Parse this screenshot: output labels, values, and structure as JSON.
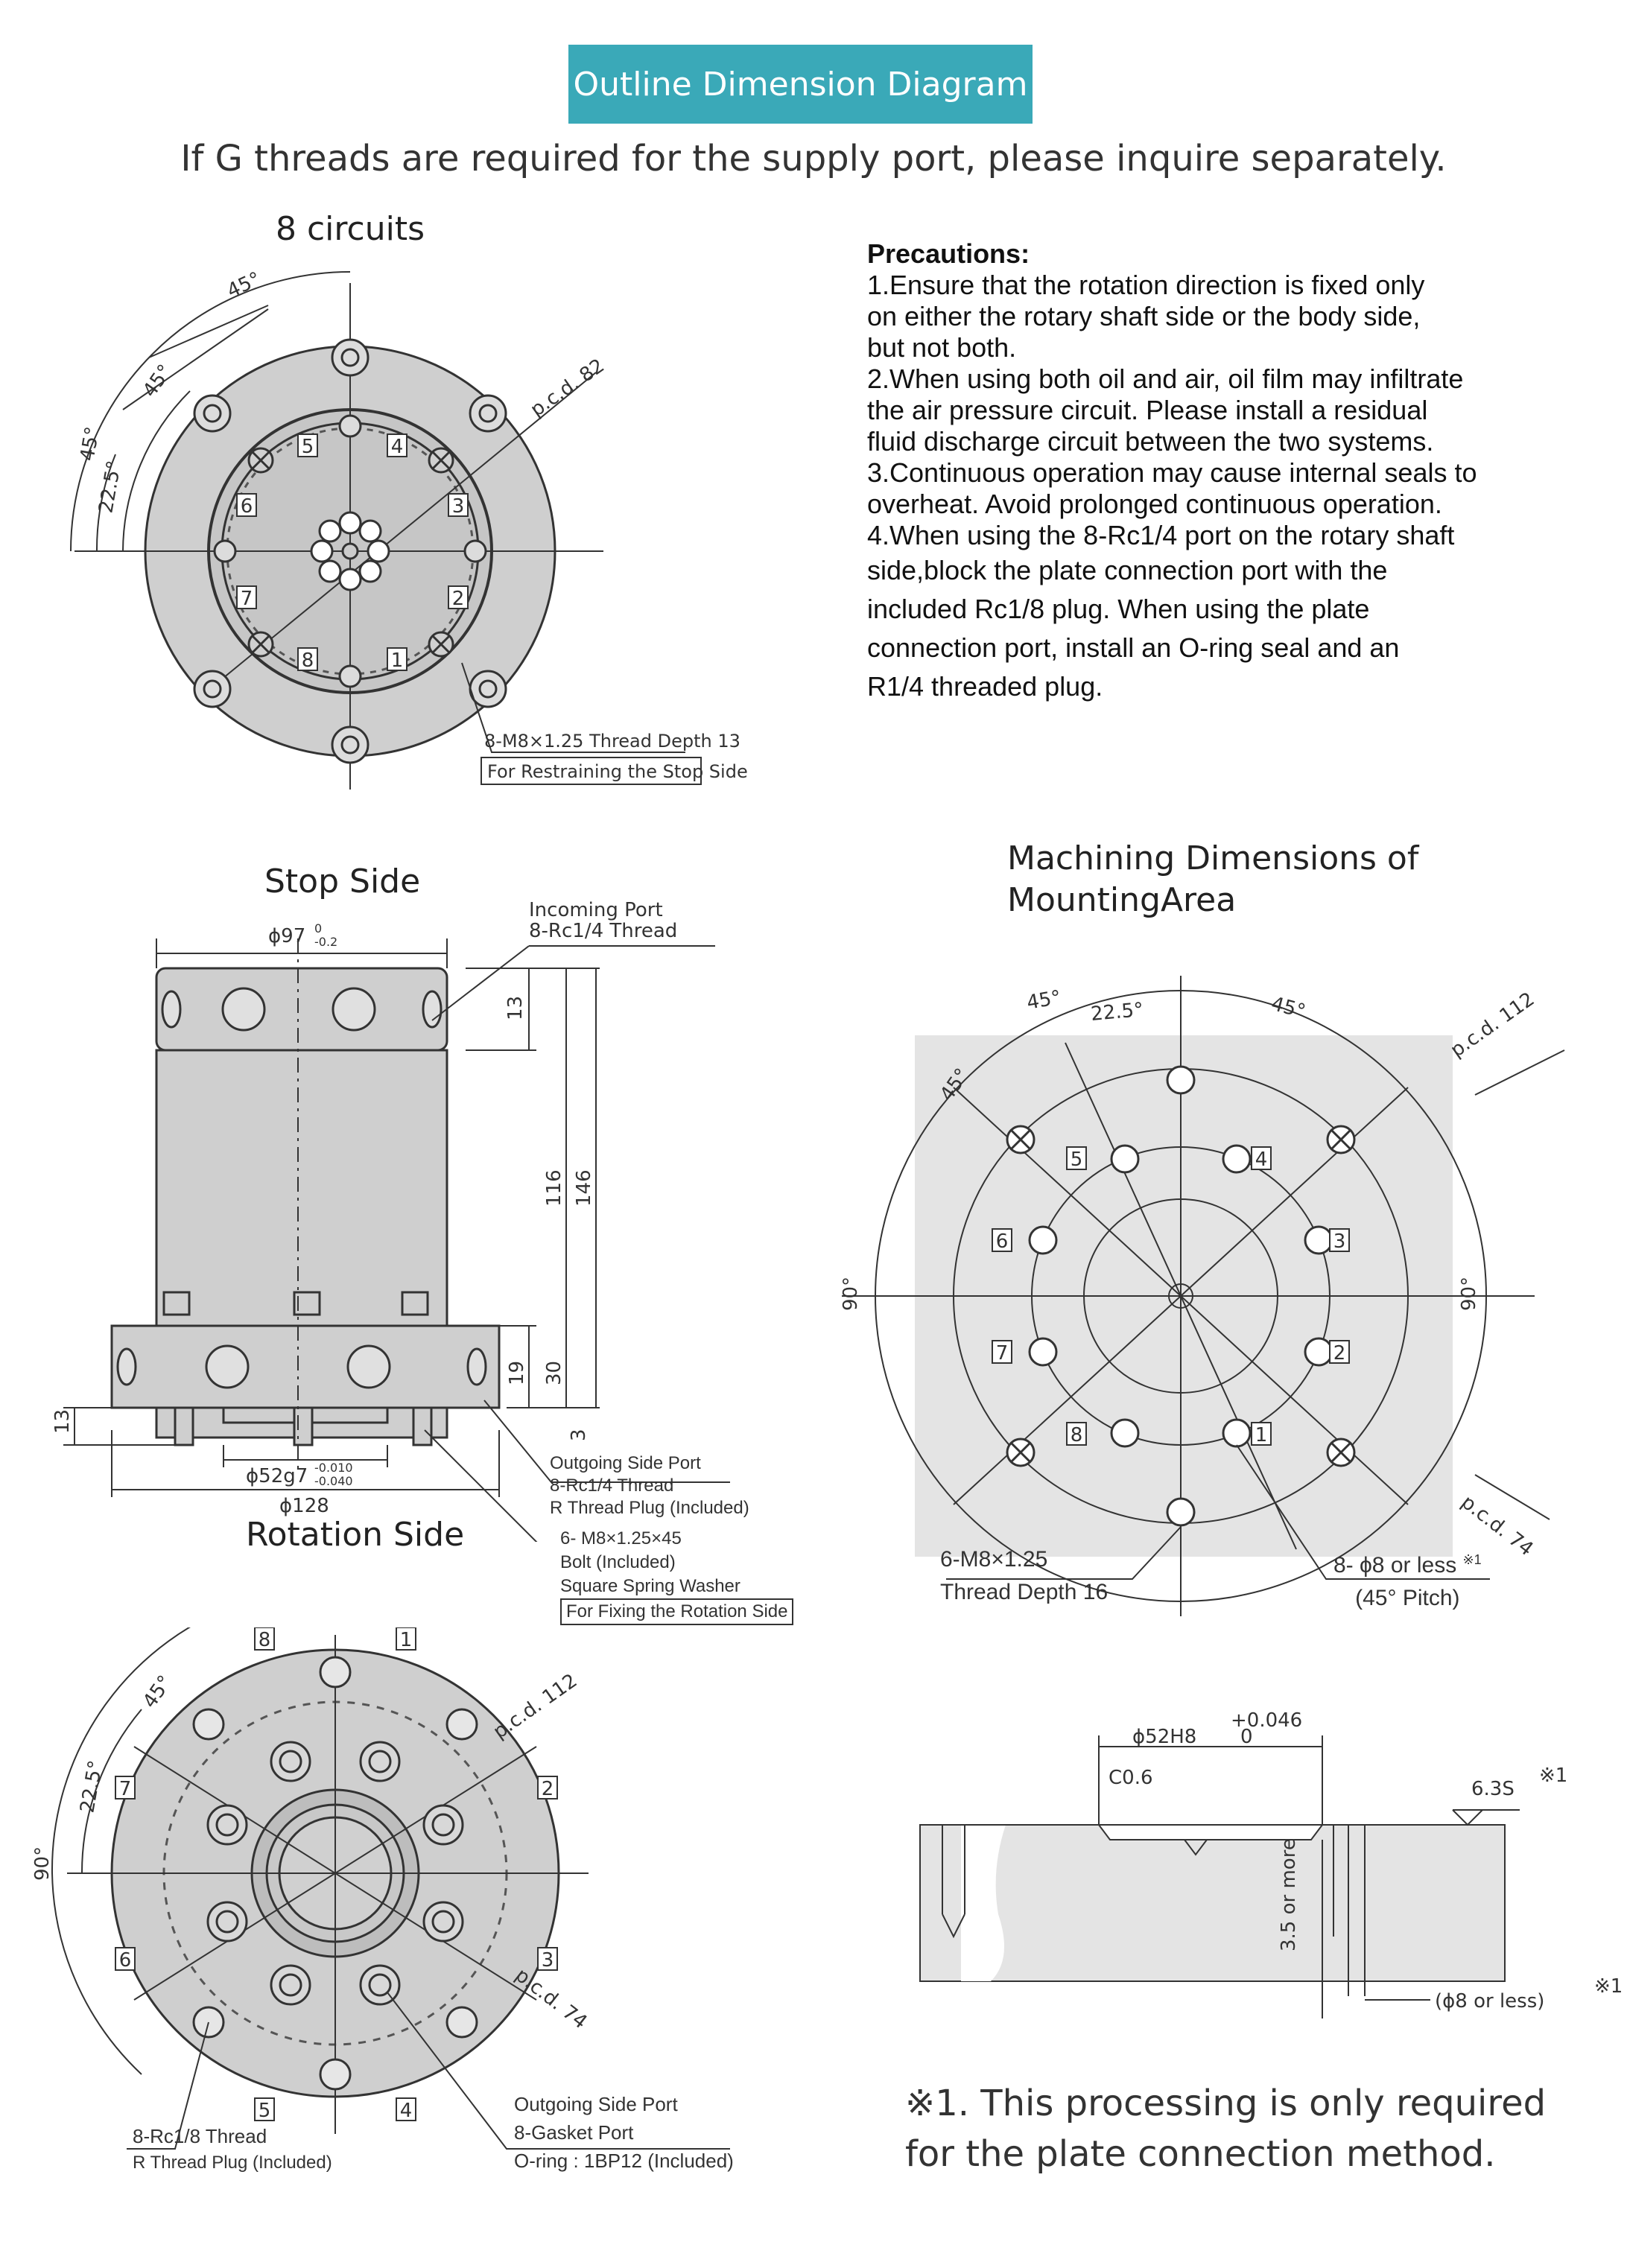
{
  "banner": "Outline Dimension Diagram",
  "subtitle": "If G threads are required for the supply port, please inquire separately.",
  "views": {
    "top_title": "8 circuits",
    "stop_side": "Stop Side",
    "rotation_side": "Rotation Side",
    "machining": [
      "Machining Dimensions of",
      "MountingArea"
    ]
  },
  "precautions": {
    "title": "Precautions:",
    "lines": [
      "1.Ensure that the rotation direction is fixed only",
      "on either the rotary shaft side or the body side,",
      "but not both.",
      "2.When using both oil and air, oil film may infiltrate",
      " the air pressure circuit. Please install a residual",
      "fluid discharge circuit between the two systems.",
      "3.Continuous operation may cause internal seals to",
      "overheat. Avoid prolonged continuous operation.",
      "4.When using the 8-Rc1/4 port on the rotary shaft",
      "side,block the plate connection port with the",
      "included Rc1/8 plug. When using the plate",
      "connection port, install an O-ring seal and an",
      "R1/4 threaded plug."
    ]
  },
  "top_view": {
    "angles": [
      "45°",
      "45°",
      "45°",
      "22.5°"
    ],
    "pcd": "p.c.d. 82",
    "port_numbers": [
      "1",
      "2",
      "3",
      "4",
      "5",
      "6",
      "7",
      "8"
    ],
    "thread_note": "8-M8×1.25 Thread Depth 13",
    "thread_box": "For Restraining the Stop Side"
  },
  "stop_view": {
    "diameter": "ϕ97",
    "diameter_tol": [
      "0",
      "-0.2"
    ],
    "incoming": [
      "Incoming Port",
      "8-Rc1/4 Thread"
    ],
    "dims": [
      "13",
      "116",
      "146",
      "19",
      "30",
      "3",
      "13"
    ],
    "shaft_dia": "ϕ52g7",
    "shaft_tol": [
      "-0.010",
      "-0.040"
    ],
    "base_dia": "ϕ128",
    "outgoing": [
      "Outgoing Side Port",
      "8-Rc1/4 Thread",
      "R Thread Plug (Included)"
    ],
    "bolt": [
      "6- M8×1.25×45",
      "Bolt (Included)",
      "Square Spring Washer"
    ],
    "bolt_box": "For Fixing the Rotation Side"
  },
  "rotation_view": {
    "angles": [
      "45°",
      "22.5°",
      "90°"
    ],
    "pcd_outer": "p.c.d. 112",
    "pcd_inner": "p.c.d. 74",
    "port_numbers": [
      "8",
      "1",
      "7",
      "2",
      "6",
      "3",
      "5",
      "4"
    ],
    "left_note": [
      "8-Rc1/8 Thread",
      "R Thread Plug (Included)"
    ],
    "right_note": [
      "Outgoing Side Port",
      "8-Gasket Port",
      "O-ring : 1BP12 (Included)"
    ]
  },
  "machining_view": {
    "angles": [
      "45°",
      "22.5°",
      "45°",
      "45°",
      "90°",
      "90°"
    ],
    "pcd_outer": "p.c.d. 112",
    "pcd_inner": "p.c.d. 74",
    "port_numbers": [
      "5",
      "4",
      "6",
      "3",
      "7",
      "2",
      "8",
      "1"
    ],
    "left_note": [
      "6-M8×1.25",
      "Thread Depth 16"
    ],
    "right_note": [
      "8- ϕ8 or less",
      "※1",
      "(45° Pitch)"
    ]
  },
  "section_view": {
    "bore": "ϕ52H8",
    "bore_tol": [
      "+0.046",
      "0"
    ],
    "chamfer": "C0.6",
    "finish": "6.3S",
    "finish_mark": "※1",
    "depth": "3.5 or more",
    "hole": "(ϕ8 or less)",
    "hole_mark": "※1"
  },
  "footnote": [
    "※1. This processing is only required",
    "for the plate connection method."
  ]
}
